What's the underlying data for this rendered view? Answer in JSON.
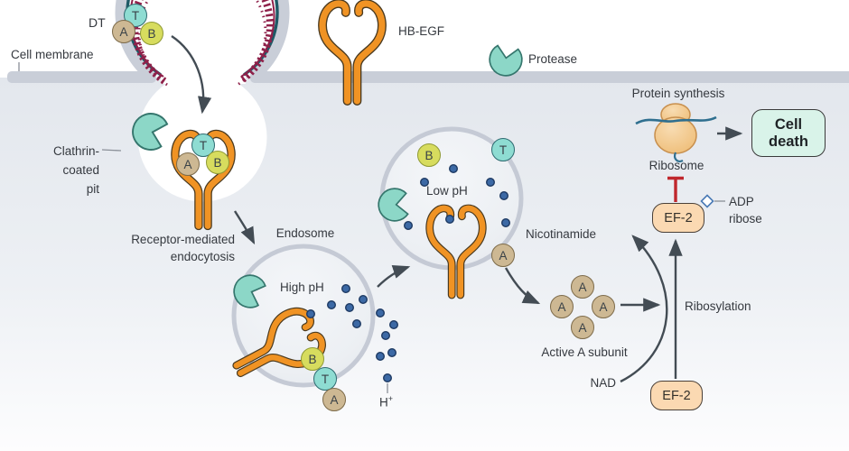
{
  "labels": {
    "dt": "DT",
    "cell_membrane": "Cell membrane",
    "hb_egf": "HB-EGF",
    "protease": "Protease",
    "clathrin_1": "Clathrin-",
    "clathrin_2": "coated",
    "clathrin_3": "pit",
    "rme_1": "Receptor-mediated",
    "rme_2": "endocytosis",
    "endosome": "Endosome",
    "high_ph": "High pH",
    "low_ph": "Low pH",
    "h": "H",
    "h_sup": "+",
    "protein_synthesis": "Protein synthesis",
    "ribosome": "Ribosome",
    "cell_death_1": "Cell",
    "cell_death_2": "death",
    "ef2": "EF-2",
    "adp_1": "ADP",
    "adp_2": "ribose",
    "nicotinamide": "Nicotinamide",
    "ribosylation": "Ribosylation",
    "active_a_subunit": "Active A subunit",
    "nad": "NAD"
  },
  "subunits": {
    "t": "T",
    "a": "A",
    "b": "B"
  },
  "colors": {
    "membrane_gray": "#C9CED8",
    "cytoplasm_top": "#E3E7ED",
    "receptor_orange": "#F09324",
    "receptor_outline": "#4A3A20",
    "protease_teal": "#8CD7C7",
    "subunit_t_fill": "#8EDCD2",
    "subunit_a_fill": "#CDB893",
    "subunit_b_fill": "#D7DC5E",
    "proton_blue": "#3C69A5",
    "clathrin_maroon": "#8E2049",
    "clathrin_teal": "#1E5A66",
    "ef2_fill": "#FBD9B2",
    "cell_death_fill": "#D9F3E9",
    "inhibition_red": "#C0272D",
    "arrow_dark": "#434C54",
    "ribosome_fill": "#F5CD96",
    "mrna_blue": "#2F6F8F"
  }
}
